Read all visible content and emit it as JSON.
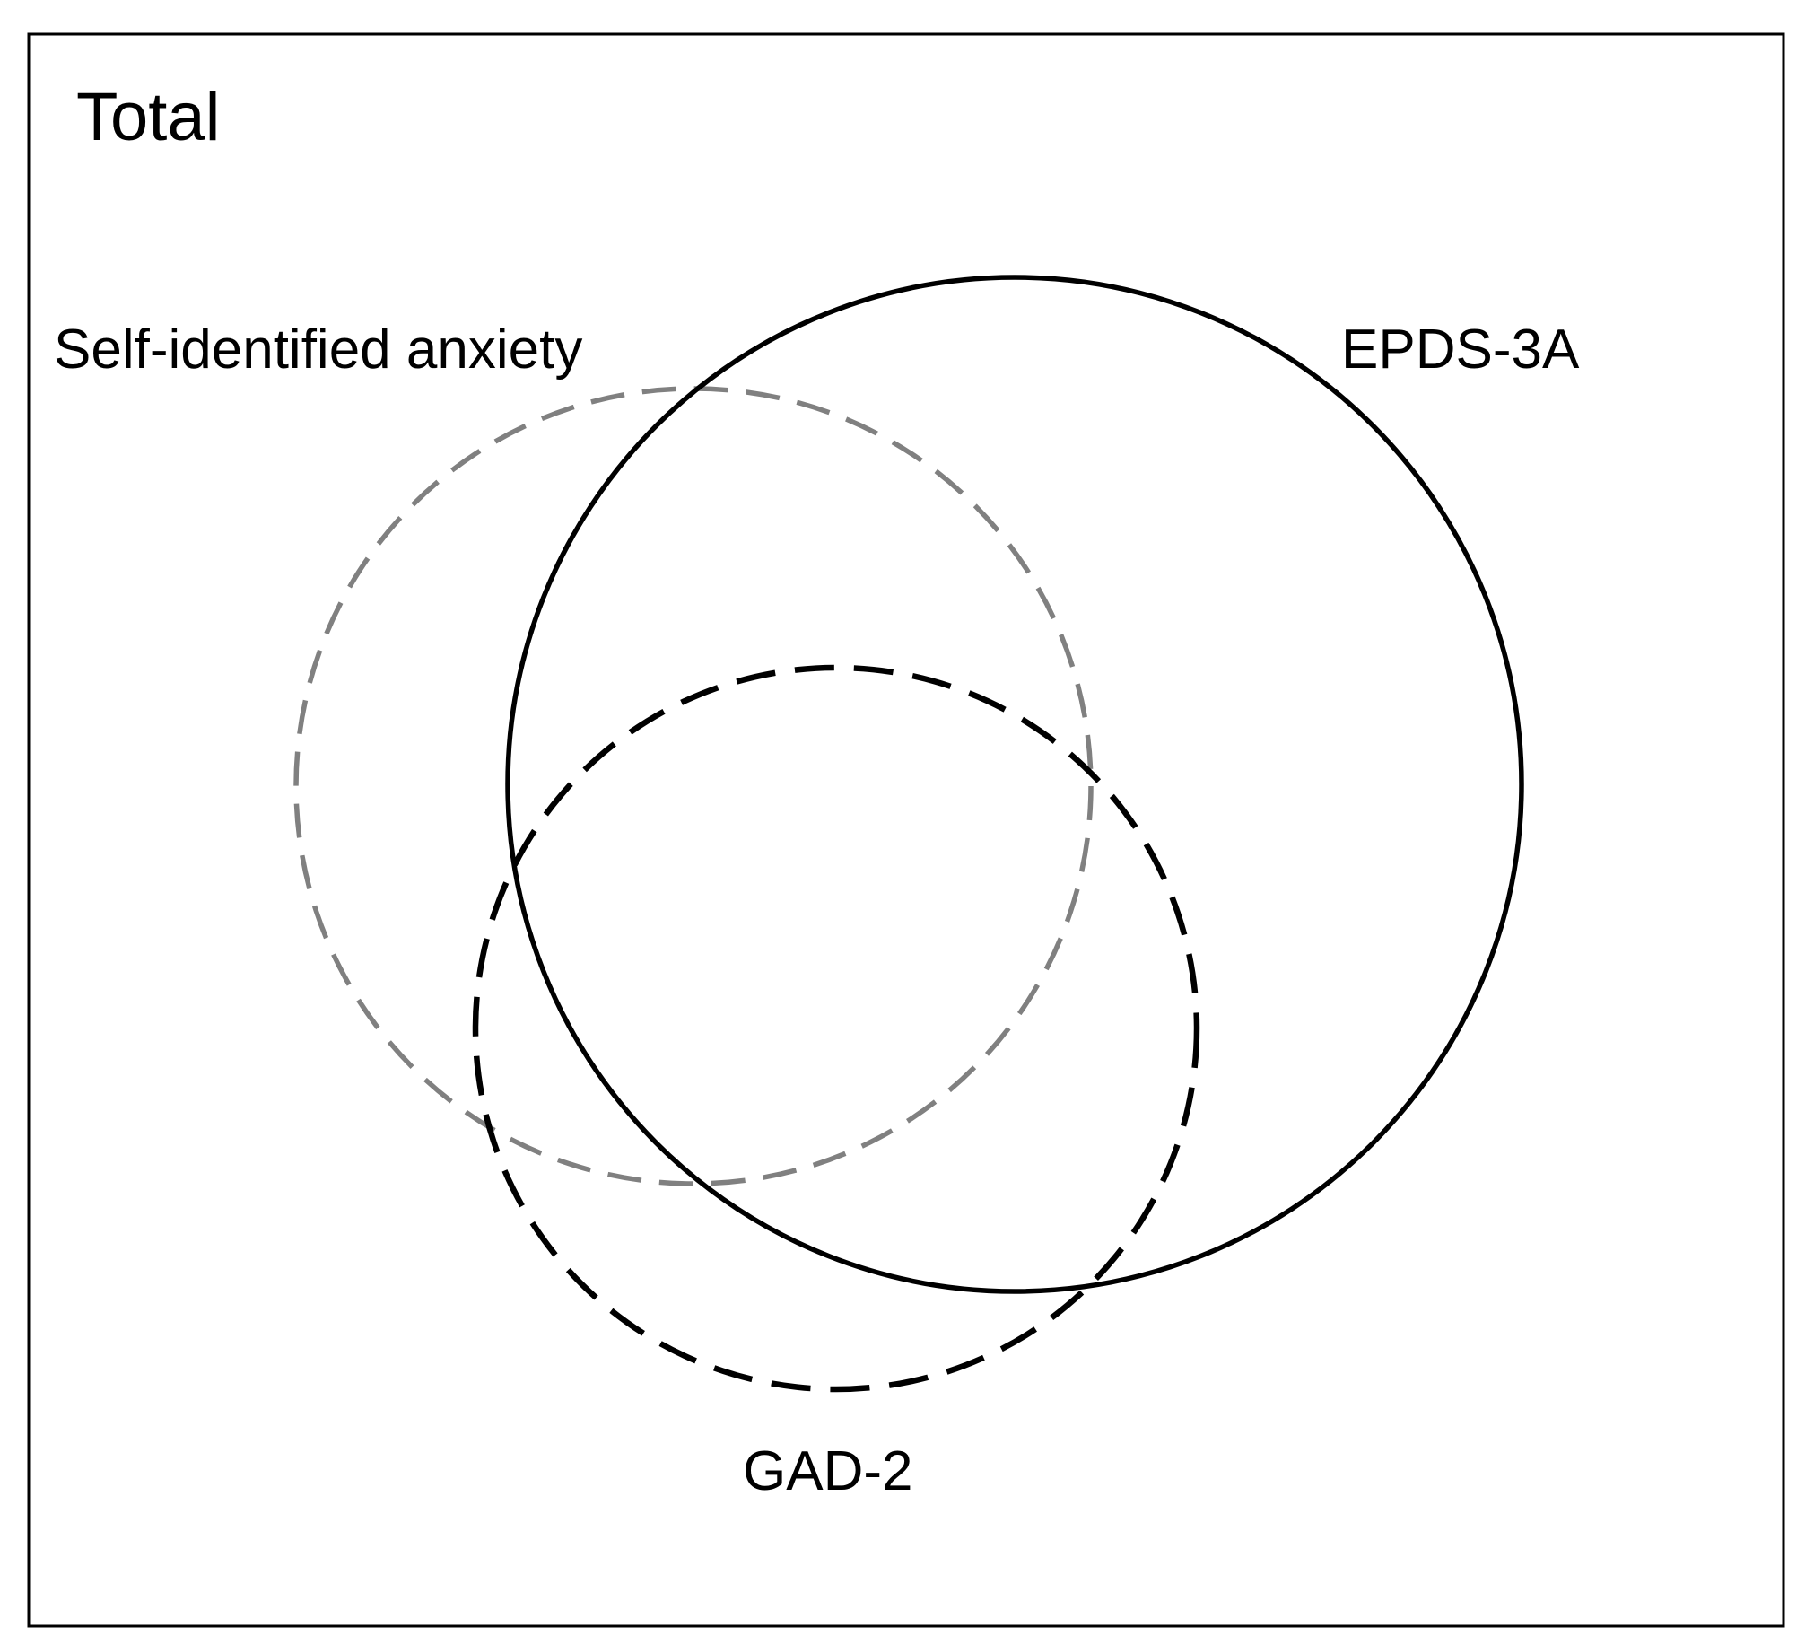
{
  "diagram": {
    "type": "venn",
    "universe_label": "Total",
    "sets": [
      {
        "key": "self",
        "label": "Self-identified anxiety",
        "color": "#808080",
        "line_style": "dashed"
      },
      {
        "key": "epds",
        "label": "EPDS-3A",
        "color": "#000000",
        "line_style": "solid"
      },
      {
        "key": "gad",
        "label": "GAD-2",
        "color": "#000000",
        "line_style": "dashed"
      }
    ]
  }
}
